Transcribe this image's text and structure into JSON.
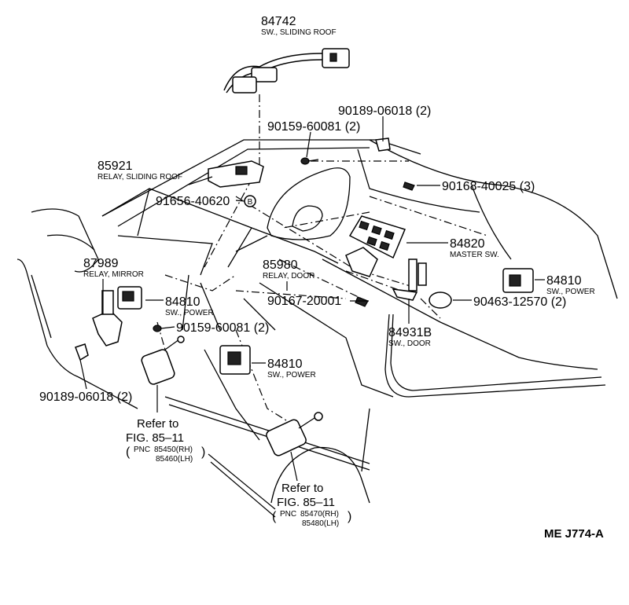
{
  "diagram_id": "ME J774-A",
  "parts": {
    "p84742": {
      "code": "84742",
      "name": "SW., SLIDING ROOF"
    },
    "p85921": {
      "code": "85921",
      "name": "RELAY, SLIDING ROOF"
    },
    "p91656": {
      "code": "91656-40620"
    },
    "b_mark": "B",
    "p90159a": {
      "code": "90159-60081 (2)"
    },
    "p90189a": {
      "code": "90189-06018 (2)"
    },
    "p90168": {
      "code": "90168-40025 (3)"
    },
    "p84820": {
      "code": "84820",
      "name": "MASTER SW."
    },
    "p84810a": {
      "code": "84810",
      "name": "SW., POWER"
    },
    "p87989": {
      "code": "87989",
      "name": "RELAY, MIRROR"
    },
    "p85980": {
      "code": "85980",
      "name": "RELAY, DOOR"
    },
    "p90167": {
      "code": "90167-20001"
    },
    "p84810b": {
      "code": "84810",
      "name": "SW., POWER"
    },
    "p90463": {
      "code": "90463-12570 (2)"
    },
    "p90159b": {
      "code": "90159-60081 (2)"
    },
    "p84931": {
      "code": "84931B",
      "name": "SW., DOOR"
    },
    "p84810c": {
      "code": "84810",
      "name": "SW., POWER"
    },
    "p90189b": {
      "code": "90189-06018 (2)"
    }
  },
  "refs": [
    {
      "refer": "Refer to",
      "fig": "FIG. 85–11",
      "pnc_label": "PNC",
      "open": "(",
      "close": ")",
      "pnc1": "85450(RH)",
      "pnc2": "85460(LH)"
    },
    {
      "refer": "Refer to",
      "fig": "FIG. 85–11",
      "pnc_label": "PNC",
      "open": "(",
      "close": ")",
      "pnc1": "85470(RH)",
      "pnc2": "85480(LH)"
    }
  ]
}
